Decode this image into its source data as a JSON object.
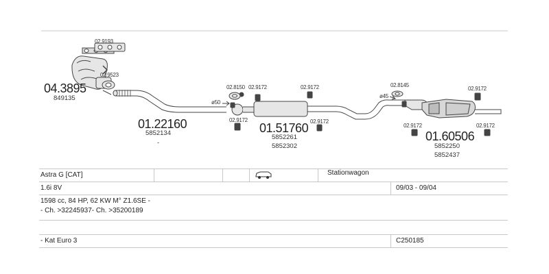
{
  "parts": {
    "p1": {
      "number": "04.3895",
      "oe": "849135"
    },
    "p2": {
      "number": "01.22160",
      "oe": "5852134"
    },
    "p3": {
      "number": "01.51760",
      "oe1": "5852261",
      "oe2": "5852302"
    },
    "p4": {
      "number": "01.60506",
      "oe1": "5852250",
      "oe2": "5852437"
    }
  },
  "fittings": {
    "f1": "02.9193",
    "f2": "02.9523",
    "f3": "02.8150",
    "f4": "02.9172",
    "f5": "02.9172",
    "f6": "02.9172",
    "f7": "02.9172",
    "f8": "02.8145",
    "f9": "02.9172",
    "f10": "02.9172",
    "f11": "02.9172"
  },
  "diameters": {
    "d1": "ø50",
    "d2": "ø45"
  },
  "dash": "-",
  "vehicle": {
    "model": "Astra G  [CAT]",
    "body": "Stationwagon",
    "engine": "1.6i  8V",
    "years": "09/03 - 09/04",
    "spec": "1598 cc, 84 HP, 62 KW M° Z1.6SE -",
    "chassis": "- Ch. >32245937- Ch. >35200189",
    "emission": "- Kat Euro 3",
    "code": "C250185"
  }
}
